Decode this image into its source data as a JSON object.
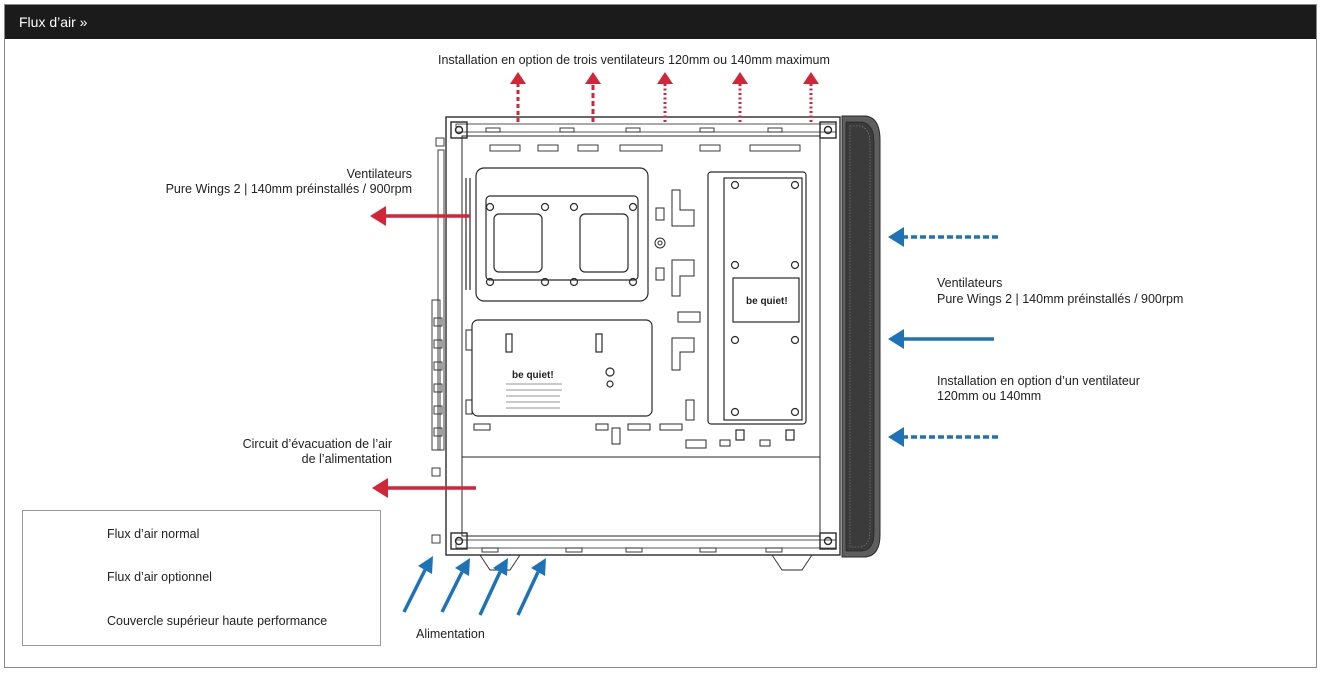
{
  "header": {
    "title": "Flux d’air »"
  },
  "labels": {
    "top_fans": "Installation en option de trois ventilateurs 120mm ou 140mm maximum",
    "rear_fan_line1": "Ventilateurs",
    "rear_fan_line2": "Pure Wings 2 | 140mm préinstallés / 900rpm",
    "front_fans_line1": "Ventilateurs",
    "front_fans_line2": "Pure Wings 2 | 140mm préinstallés / 900rpm",
    "front_optional_line1": "Installation en option d’un ventilateur",
    "front_optional_line2": "120mm ou 140mm",
    "psu_exhaust_line1": "Circuit d’évacuation de l’air",
    "psu_exhaust_line2": "de l’alimentation",
    "psu_intake": "Alimentation",
    "board_logo": "be quiet!",
    "cage_logo": "be quiet!"
  },
  "legend": {
    "normal": "Flux d’air normal",
    "optional": "Flux d’air optionnel",
    "top_cover": "Couvercle supérieur haute performance"
  },
  "colors": {
    "exhaust": "#d3253a",
    "intake": "#1e73b8",
    "header": "#1b1b1b",
    "line": "#2a2a2a"
  }
}
